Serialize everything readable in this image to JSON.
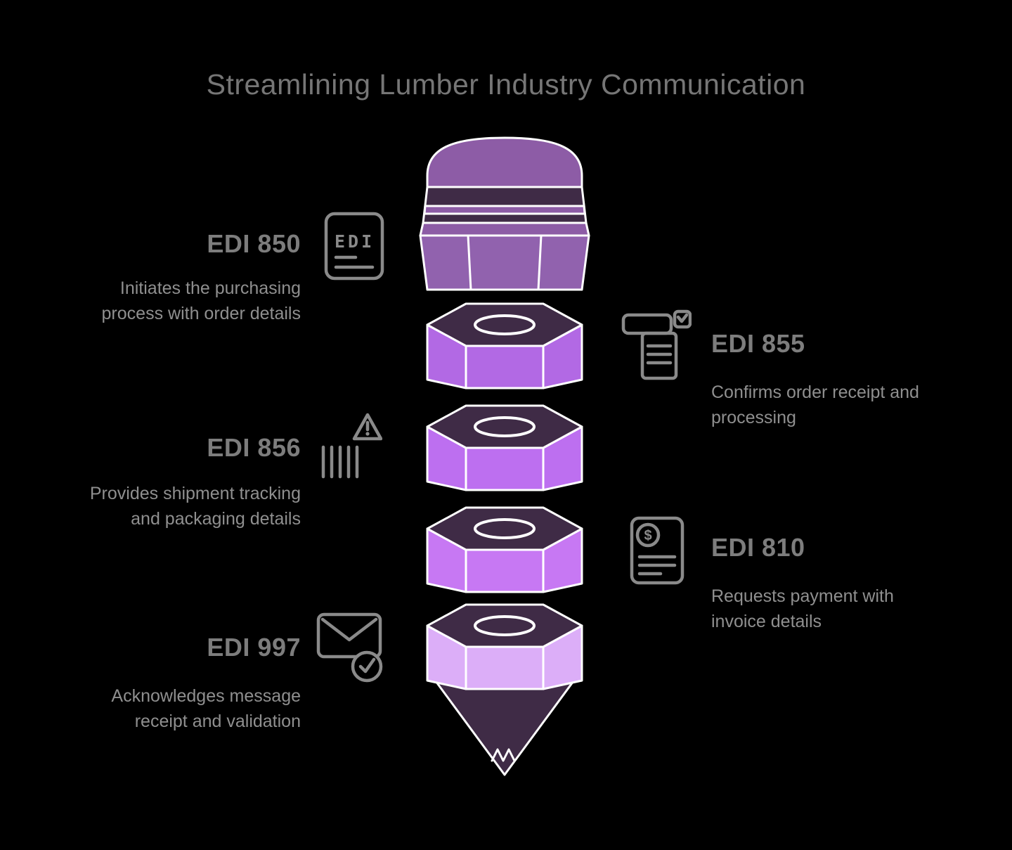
{
  "title": "Streamlining Lumber Industry Communication",
  "items": [
    {
      "label": "EDI 850",
      "description": "Initiates the purchasing process with order details",
      "icon": "edi-document-icon",
      "side": "left"
    },
    {
      "label": "EDI 855",
      "description": "Confirms order receipt and processing",
      "icon": "order-confirmation-icon",
      "side": "right"
    },
    {
      "label": "EDI 856",
      "description": "Provides shipment tracking and packaging details",
      "icon": "barcode-warning-icon",
      "side": "left"
    },
    {
      "label": "EDI 810",
      "description": "Requests payment with invoice details",
      "icon": "invoice-dollar-icon",
      "side": "right"
    },
    {
      "label": "EDI 997",
      "description": "Acknowledges message receipt and validation",
      "icon": "envelope-check-icon",
      "side": "left"
    }
  ],
  "icon_labels": {
    "edi_doc_label": "EDI",
    "dollar_sign": "$"
  },
  "colors": {
    "background": "#000000",
    "title_text": "#767676",
    "heading_text": "#7d7d7d",
    "description_text": "#8f8f8f",
    "icon_stroke": "#8a8a8a",
    "outline": "#ffffff",
    "dark_purple": "#3f2b46",
    "dome_purple": "#8d5ca6",
    "barrel_purple": "#9162ae",
    "nut1_purple": "#b269e4",
    "nut2_purple": "#bd6ff0",
    "nut3_purple": "#c778f3",
    "nut4_purple": "#dcaef8"
  }
}
